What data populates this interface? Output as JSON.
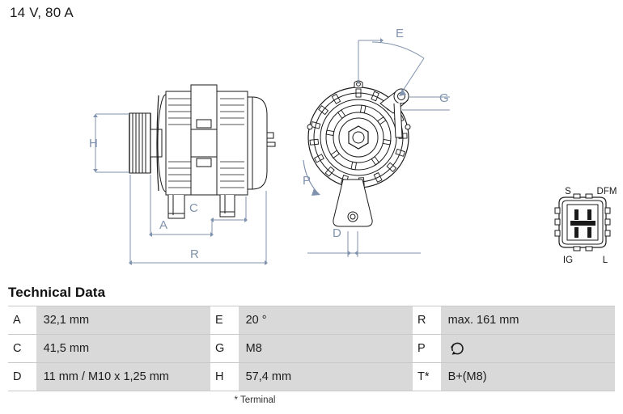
{
  "header": {
    "spec": "14 V, 80 A"
  },
  "drawing": {
    "side_view": {
      "dimension_labels": [
        "H",
        "A",
        "C",
        "R"
      ]
    },
    "front_view": {
      "dimension_labels": [
        "E",
        "G",
        "P",
        "D"
      ]
    },
    "connector": {
      "terminals": [
        {
          "id": "S",
          "position": "top-left"
        },
        {
          "id": "DFM",
          "position": "top-right"
        },
        {
          "id": "IG",
          "position": "bottom-left"
        },
        {
          "id": "L",
          "position": "bottom-right"
        }
      ]
    },
    "line_color": "#8092ad",
    "outline_color": "#1a1a1a"
  },
  "technical_data": {
    "heading": "Technical Data",
    "rows": [
      {
        "k1": "A",
        "v1": "32,1 mm",
        "k2": "E",
        "v2": "20 °",
        "k3": "R",
        "v3": "max. 161 mm"
      },
      {
        "k1": "C",
        "v1": "41,5 mm",
        "k2": "G",
        "v2": "M8",
        "k3": "P",
        "v3": "rotation-clockwise-icon"
      },
      {
        "k1": "D",
        "v1": "11 mm / M10 x 1,25 mm",
        "k2": "H",
        "v2": "57,4 mm",
        "k3": "T*",
        "v3": "B+(M8)"
      }
    ],
    "footnote": "* Terminal"
  }
}
